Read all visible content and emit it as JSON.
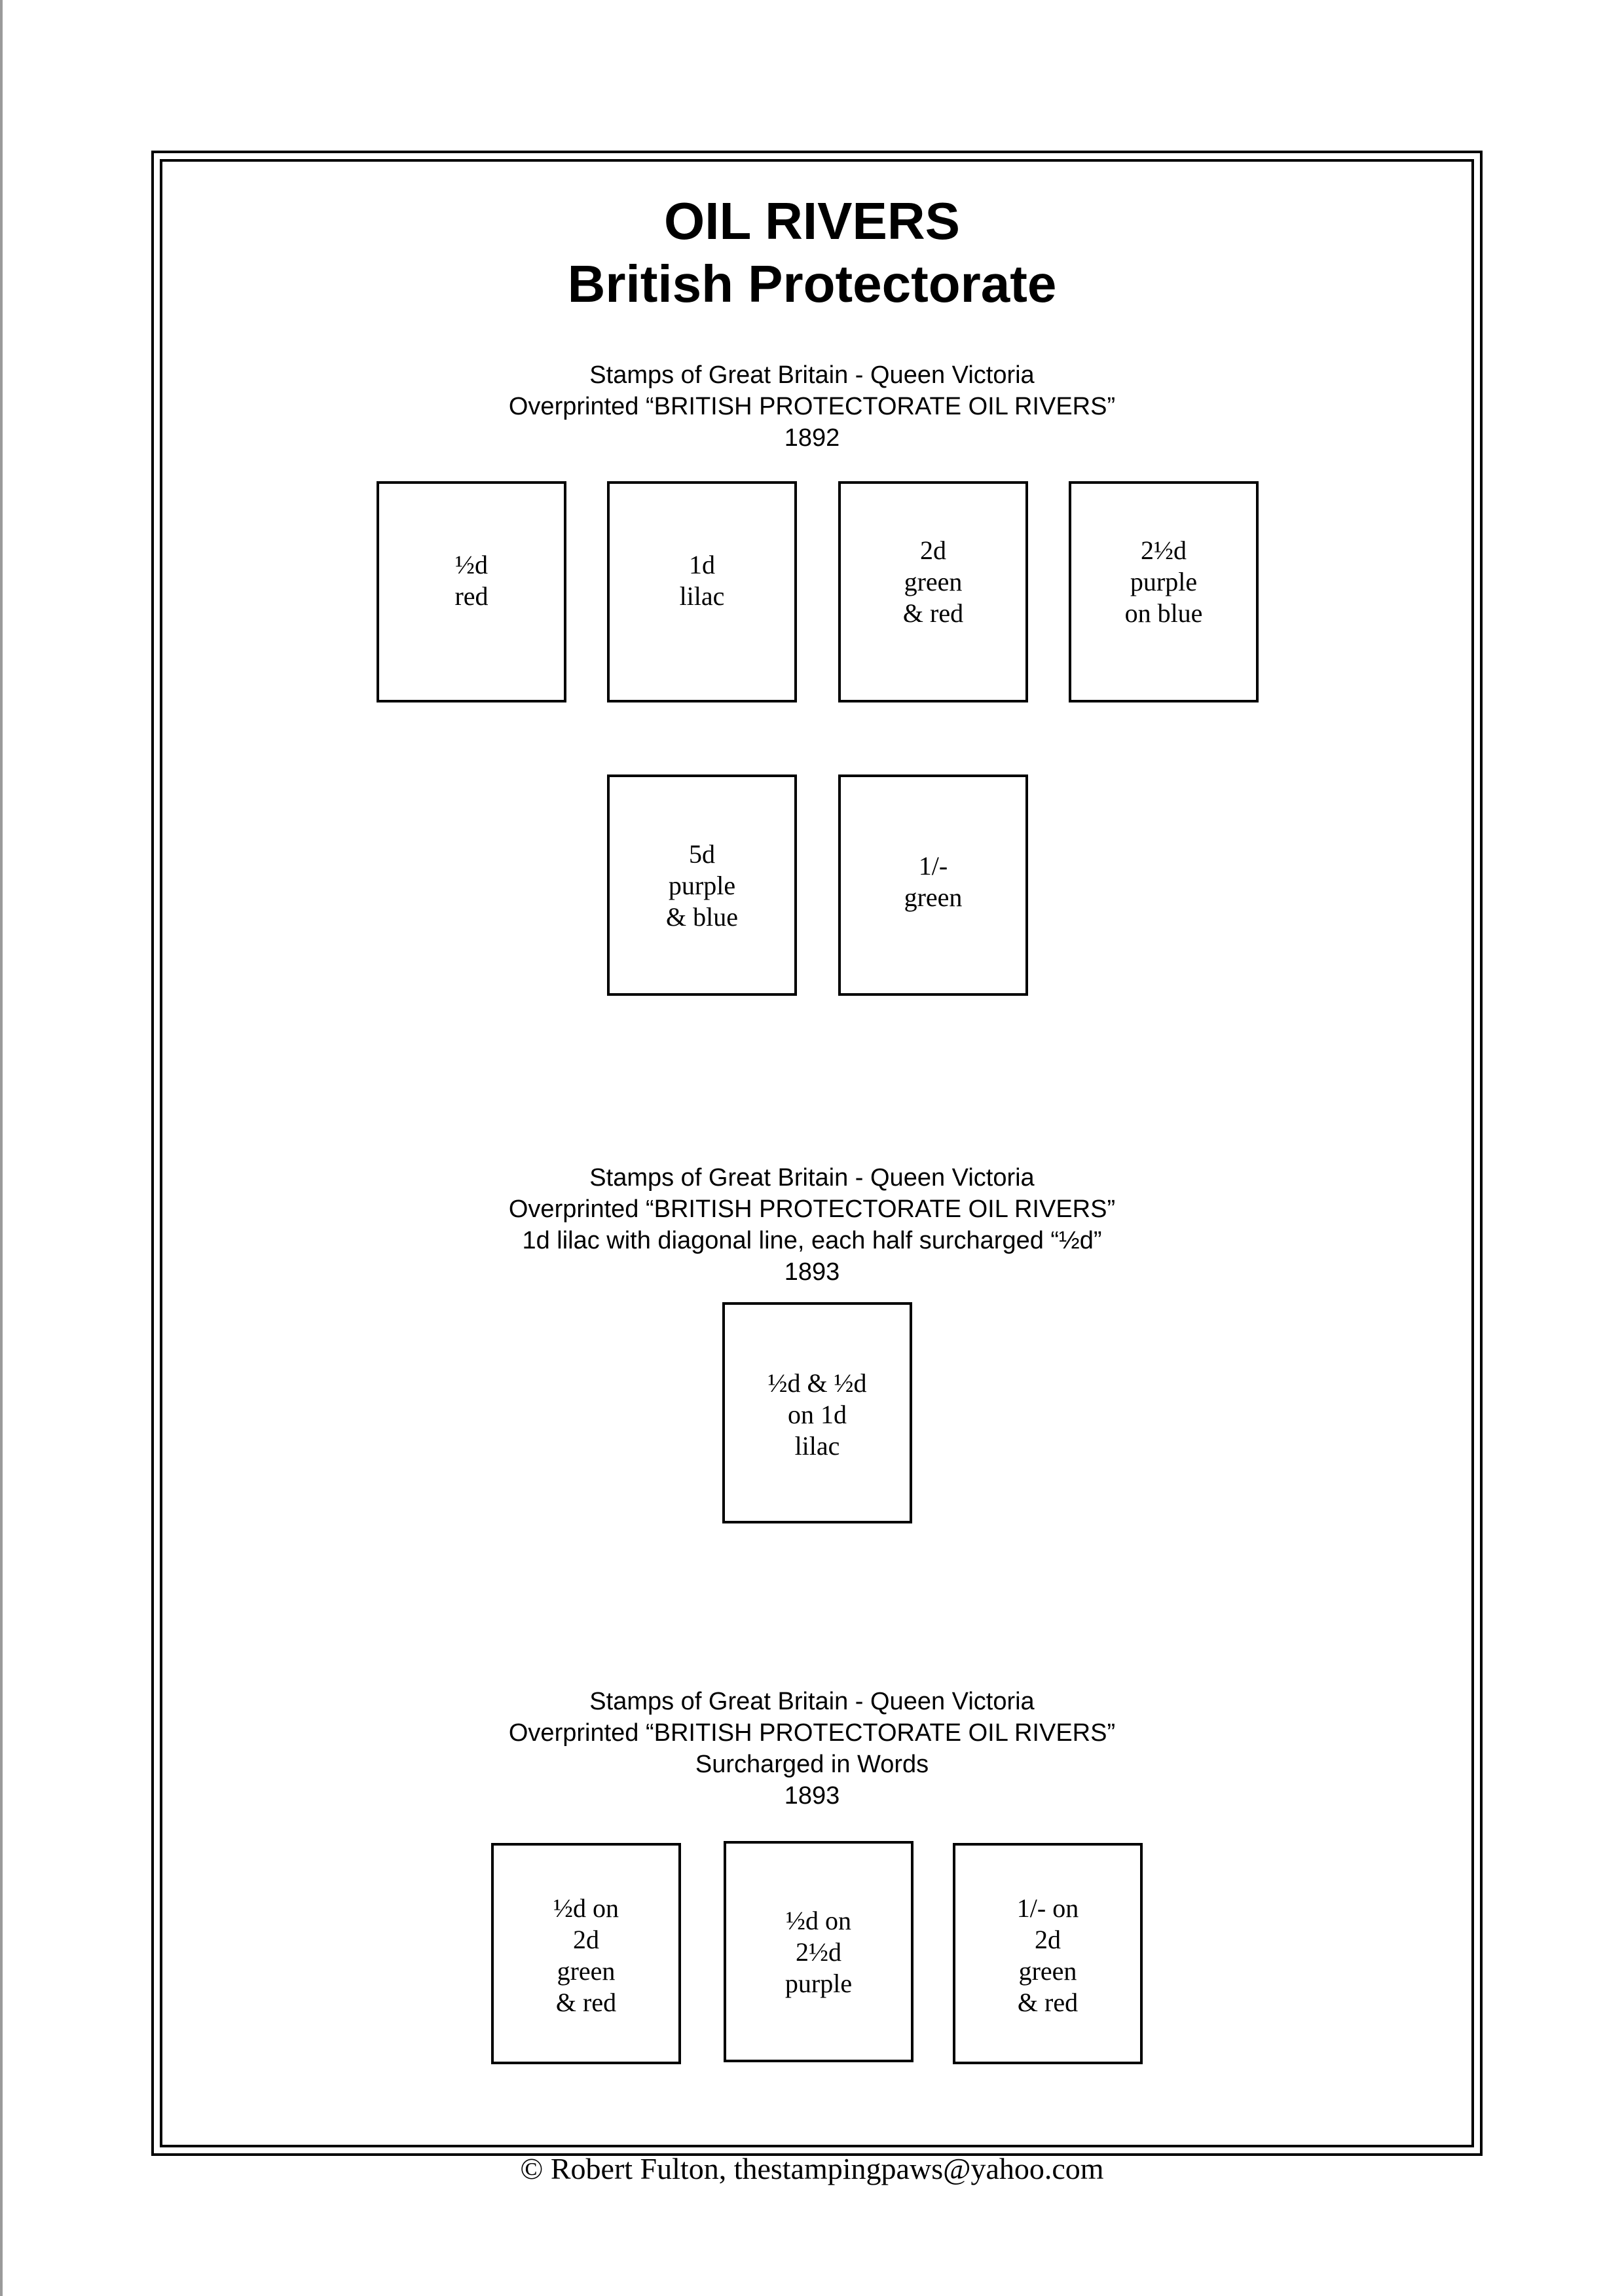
{
  "page": {
    "title_line1": "OIL RIVERS",
    "title_line2": "British Protectorate"
  },
  "sections": [
    {
      "lines": [
        "Stamps of Great Britain - Queen Victoria",
        "Overprinted “BRITISH PROTECTORATE OIL RIVERS”",
        "1892"
      ],
      "stamps": [
        {
          "lines": [
            "½d",
            "red"
          ]
        },
        {
          "lines": [
            "1d",
            "lilac"
          ]
        },
        {
          "lines": [
            "2d",
            "green",
            "& red"
          ]
        },
        {
          "lines": [
            "2½d",
            "purple",
            "on blue"
          ]
        },
        {
          "lines": [
            "5d",
            "purple",
            "& blue"
          ]
        },
        {
          "lines": [
            "1/-",
            "green"
          ]
        }
      ]
    },
    {
      "lines": [
        "Stamps of Great Britain - Queen Victoria",
        "Overprinted “BRITISH PROTECTORATE OIL RIVERS”",
        "1d lilac with diagonal line, each half surcharged “½d”",
        "1893"
      ],
      "stamps": [
        {
          "lines": [
            "½d & ½d",
            "on 1d",
            "lilac"
          ]
        }
      ]
    },
    {
      "lines": [
        "Stamps of Great Britain - Queen Victoria",
        "Overprinted “BRITISH PROTECTORATE OIL RIVERS”",
        "Surcharged in Words",
        "1893"
      ],
      "stamps": [
        {
          "lines": [
            "½d on",
            "2d",
            "green",
            "& red"
          ]
        },
        {
          "lines": [
            "½d on",
            "2½d",
            "purple"
          ]
        },
        {
          "lines": [
            "1/- on",
            "2d",
            "green",
            "& red"
          ]
        }
      ]
    }
  ],
  "footer": {
    "text": "©  Robert Fulton, thestampingpaws@yahoo.com"
  }
}
